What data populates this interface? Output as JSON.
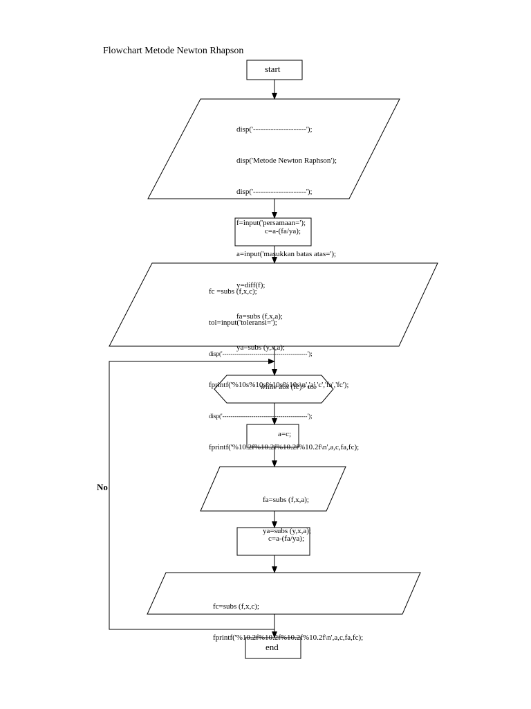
{
  "title": "Flowchart Metode Newton Rhapson",
  "nodes": {
    "start": "start",
    "input1": [
      "disp('---------------------');",
      "disp('Metode Newton Raphson');",
      "disp('---------------------');",
      "f=input('persamaan=');",
      "a=input('masukkan batas atas=');",
      "y=diff(f);",
      "fa=subs (f,x,a);",
      "ya=subs (y,x,a);"
    ],
    "process1": "c=a-(fa/ya);",
    "input2": [
      "fc =subs (f,x,c);",
      "tol=input('toleransi=');",
      "disp('-----------------------------------------');",
      "fprintf('%10s%10s%10s%10s\\n','a','c','fa','fc');",
      "disp('-----------------------------------------');",
      "fprintf('%10.2f%10.2f%10.2f%10.2f\\n',a,c,fa,fc);"
    ],
    "loop": "while abs (fc)> tol",
    "process2": "a=c;",
    "input3": [
      "fa=subs (f,x,a);",
      "ya=subs (y,x,a);"
    ],
    "process3": "c=a-(fa/ya);",
    "input4": [
      "fc=subs (f,x,c);",
      "fprintf('%10.2f%10.2f%10.2f%10.2f\\n',a,c,fa,fc);"
    ],
    "end": "end"
  },
  "edge_labels": {
    "loop_back": "No"
  },
  "colors": {
    "stroke": "#000000",
    "background": "#ffffff"
  }
}
